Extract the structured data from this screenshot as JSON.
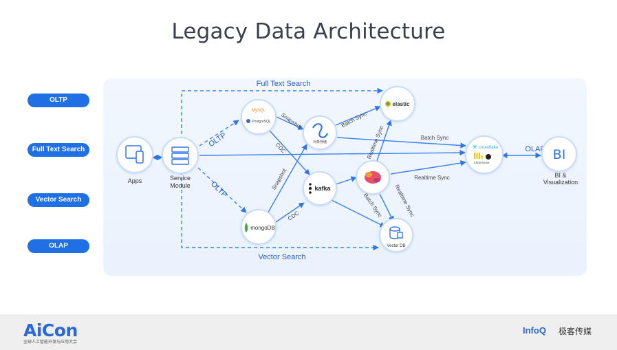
{
  "title": "Legacy Data Architecture",
  "left_labels": [
    "OLTP",
    "Full Text Search",
    "Vector Search",
    "OLAP"
  ],
  "nodes": {
    "apps": "Apps",
    "service_line1": "Service",
    "service_line2": "Module",
    "mysql": "MySQL",
    "postgres": "PostgreSQL",
    "object_store": "对象存储",
    "elastic": "elastic",
    "kafka": "kafka",
    "flink": "",
    "mongodb": "mongoDB",
    "vectordb": "Vector DB",
    "snowflake": "snowflake",
    "clickhouse": "ClickHouse",
    "bi": "BI",
    "bi_label_line1": "BI &",
    "bi_label_line2": "Visualization"
  },
  "edge_labels": {
    "full_text_search": "Full Text Search",
    "vector_search": "Vector Search",
    "oltp_top": "OLTP",
    "oltp_bottom": "OLTP",
    "snapshot_top": "Snapshot",
    "snapshot_mid": "Snapshot",
    "cdc_top": "CDC",
    "cdc_bottom": "CDC",
    "batch_sync_top": "Batch Sync",
    "realtime_sync_mid": "Realtime Sync",
    "batch_sync_right": "Batch Sync",
    "realtime_sync_right": "Realtime Sync",
    "batch_sync_bottom": "Batch Sync",
    "realtime_sync_bottom": "Realtime Sync",
    "olap": "OLAP"
  },
  "footer": {
    "aicon": "AiCon",
    "aicon_sub": "全球人工智能开发与应用大会",
    "infoq": "InfoQ",
    "infoq_cn": "极客传媒"
  },
  "colors": {
    "accent": "#1f6fe5",
    "line": "#4a8af0",
    "node_border": "#c9dcf7",
    "text": "#333333"
  }
}
